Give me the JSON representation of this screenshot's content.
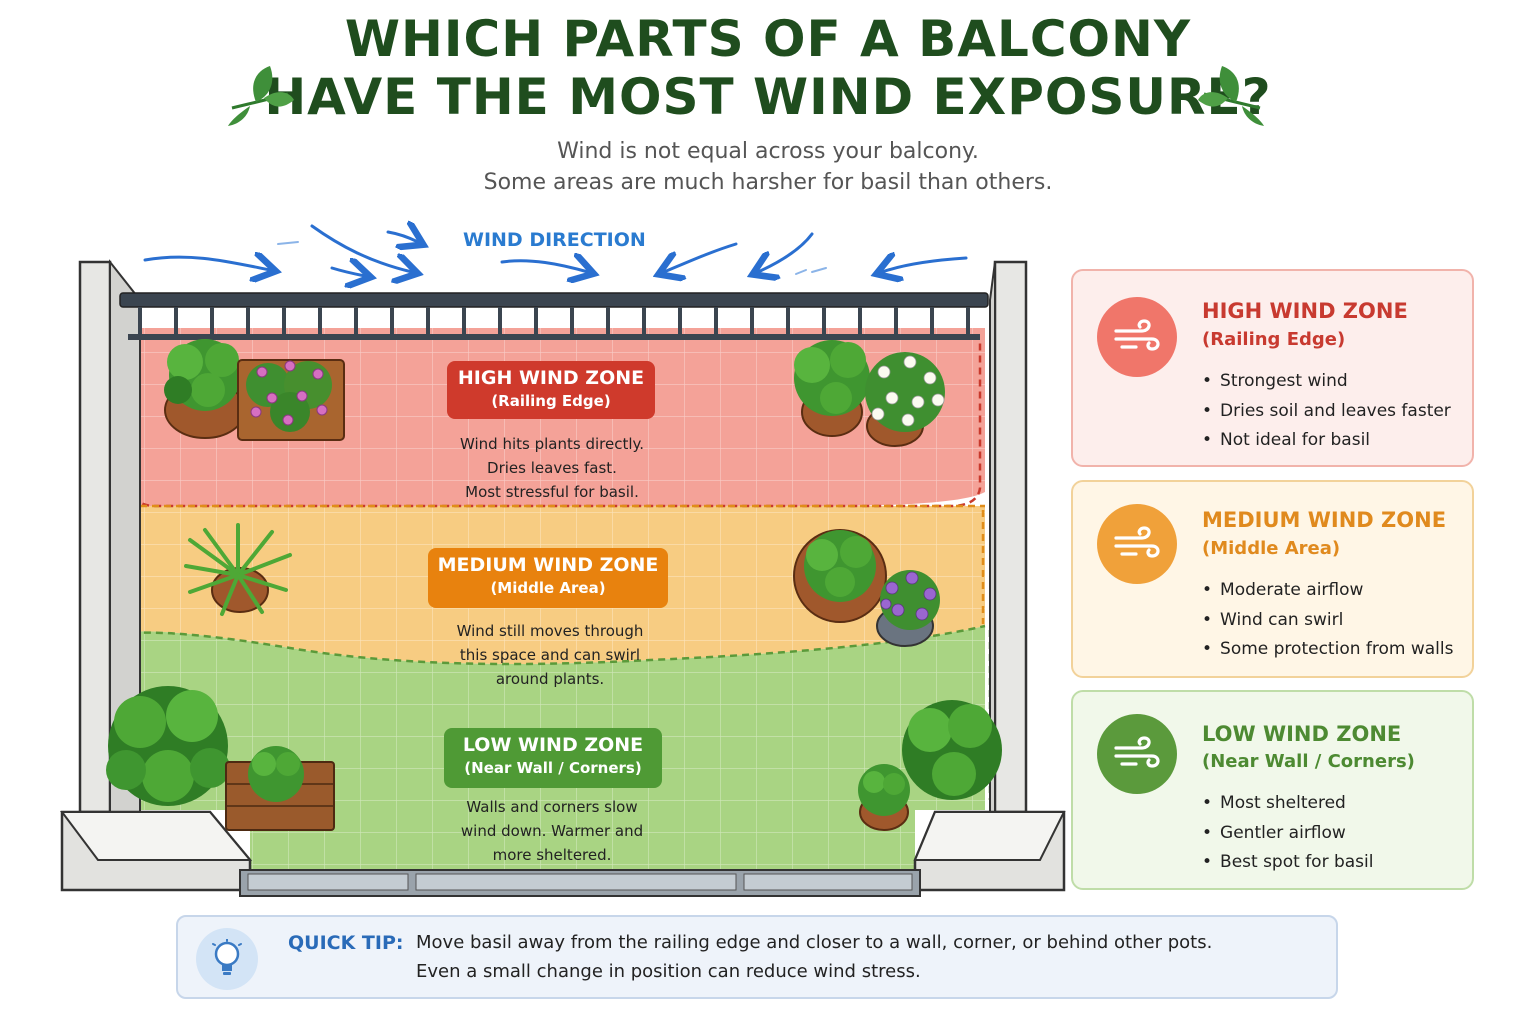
{
  "header": {
    "title_line1": "WHICH PARTS OF A BALCONY",
    "title_line2": "HAVE THE MOST WIND EXPOSURE?",
    "subtitle_line1": "Wind is not equal across your balcony.",
    "subtitle_line2": "Some areas are much harsher for basil than others."
  },
  "wind_direction_label": "WIND DIRECTION",
  "zones": [
    {
      "title": "HIGH WIND ZONE",
      "subtitle": "(Railing Edge)",
      "description": [
        "Wind hits plants directly.",
        "Dries leaves fast.",
        "Most stressful for basil."
      ],
      "color": "#cf3a2c"
    },
    {
      "title": "MEDIUM WIND ZONE",
      "subtitle": "(Middle Area)",
      "description": [
        "Wind still moves through",
        "this space and can swirl",
        "around plants."
      ],
      "color": "#e8820e"
    },
    {
      "title": "LOW WIND ZONE",
      "subtitle": "(Near Wall / Corners)",
      "description": [
        "Walls and corners slow",
        "wind down. Warmer and",
        "more sheltered."
      ],
      "color": "#4f9a35"
    }
  ],
  "cards": [
    {
      "title": "HIGH WIND ZONE",
      "subtitle": "(Railing Edge)",
      "bullets": [
        "Strongest wind",
        "Dries soil and leaves faster",
        "Not ideal for basil"
      ],
      "icon": "wind-icon",
      "color": "#c83a30"
    },
    {
      "title": "MEDIUM WIND ZONE",
      "subtitle": "(Middle Area)",
      "bullets": [
        "Moderate airflow",
        "Wind can swirl",
        "Some protection from walls"
      ],
      "icon": "wind-icon",
      "color": "#e08a1e"
    },
    {
      "title": "LOW WIND ZONE",
      "subtitle": "(Near Wall / Corners)",
      "bullets": [
        "Most sheltered",
        "Gentler airflow",
        "Best spot for basil"
      ],
      "icon": "wind-icon",
      "color": "#4d8a32"
    }
  ],
  "tip": {
    "label": "QUICK TIP:",
    "line1": "Move basil away from the railing edge and closer to a wall, corner, or behind other pots.",
    "line2": "Even a small change in position can reduce wind stress.",
    "icon": "lightbulb-icon"
  }
}
